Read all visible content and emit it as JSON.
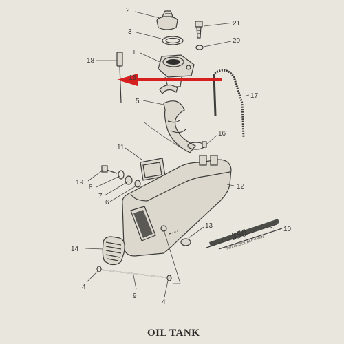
{
  "diagram": {
    "title": "OIL TANK",
    "emblem": {
      "number": "350",
      "subtext": "TWINS-DOUBLE-TWIN"
    },
    "callouts": [
      "1",
      "2",
      "3",
      "4",
      "4",
      "5",
      "6",
      "7",
      "8",
      "9",
      "10",
      "11",
      "12",
      "13",
      "14",
      "15",
      "16",
      "17",
      "18",
      "19",
      "20",
      "21"
    ],
    "arrow_color": "#d61f1f"
  }
}
